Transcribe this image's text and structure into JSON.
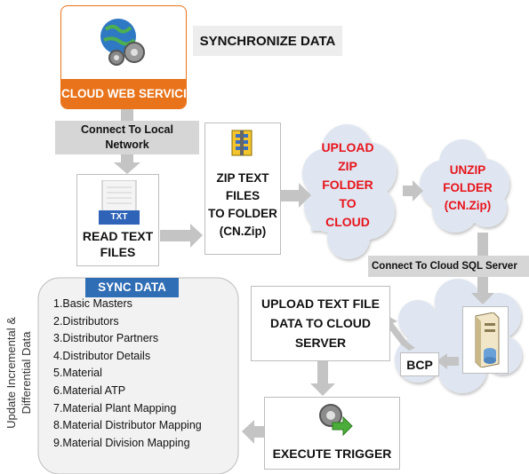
{
  "cloud_web_service": {
    "label": "CLOUD WEB SERVICE",
    "icon": "globe-gears-icon"
  },
  "synchronize_title": "SYNCHRONIZE DATA",
  "connect_local": [
    "Connect To Local",
    "Network"
  ],
  "read_text": {
    "badge": "TXT",
    "label": [
      "READ TEXT",
      "FILES"
    ],
    "icon": "txt-file-icon"
  },
  "zip_text": {
    "label": [
      "ZIP TEXT",
      "FILES",
      "TO FOLDER",
      "(CN.Zip)"
    ],
    "icon": "zip-archive-icon"
  },
  "upload_cloud": [
    "UPLOAD",
    "ZIP",
    "FOLDER",
    "TO",
    "CLOUD"
  ],
  "unzip_cloud": [
    "UNZIP",
    "FOLDER",
    "(CN.Zip)"
  ],
  "connect_sql": "Connect To Cloud SQL Server",
  "upload_text_data": [
    "UPLOAD TEXT FILE",
    "DATA TO CLOUD",
    "SERVER"
  ],
  "bcp": "BCP",
  "server_icon": "server-icon",
  "execute_trigger": {
    "label": "EXECUTE TRIGGER",
    "icon": "gear-arrow-icon"
  },
  "side_label": [
    "Update Incremental &",
    "Differential Data"
  ],
  "sync_data": {
    "title": "SYNC DATA",
    "items": [
      "1.Basic Masters",
      "2.Distributors",
      "3.Distributor Partners",
      "4.Distributor Details",
      "5.Material",
      "6.Material ATP",
      "7.Material Plant Mapping",
      "8.Material Distributor Mapping",
      "9.Material Division Mapping"
    ]
  },
  "colors": {
    "orange": "#e8731a",
    "sync_blue": "#2f6db5",
    "cloud_fill": "#dfe6f1",
    "arrow_gray": "#c4c4c4",
    "red_text": "#e8141c"
  }
}
